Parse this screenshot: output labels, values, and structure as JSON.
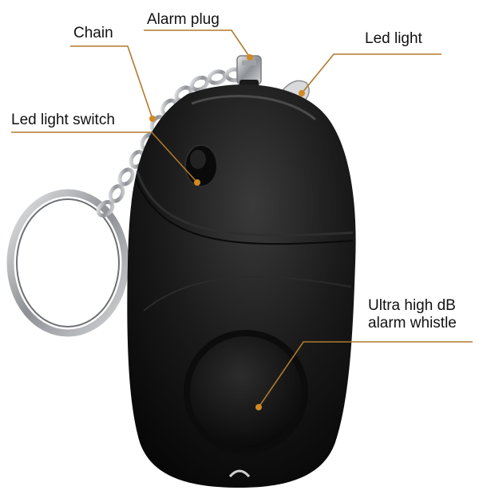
{
  "callouts": {
    "alarm_plug": "Alarm plug",
    "chain": "Chain",
    "led_light": "Led light",
    "led_light_switch": "Led light switch",
    "whistle_line1": "Ultra high dB",
    "whistle_line2": "alarm whistle"
  },
  "colors": {
    "callout_line": "#b07a2c",
    "callout_dot": "#d08a24",
    "body": "#141414",
    "metal": "#b9bcc0"
  }
}
